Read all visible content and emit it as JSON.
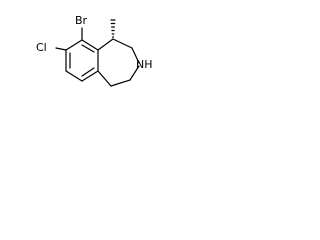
{
  "molecule": {
    "labels": {
      "bromine": "Br",
      "chlorine": "Cl",
      "amine": "NH"
    }
  }
}
